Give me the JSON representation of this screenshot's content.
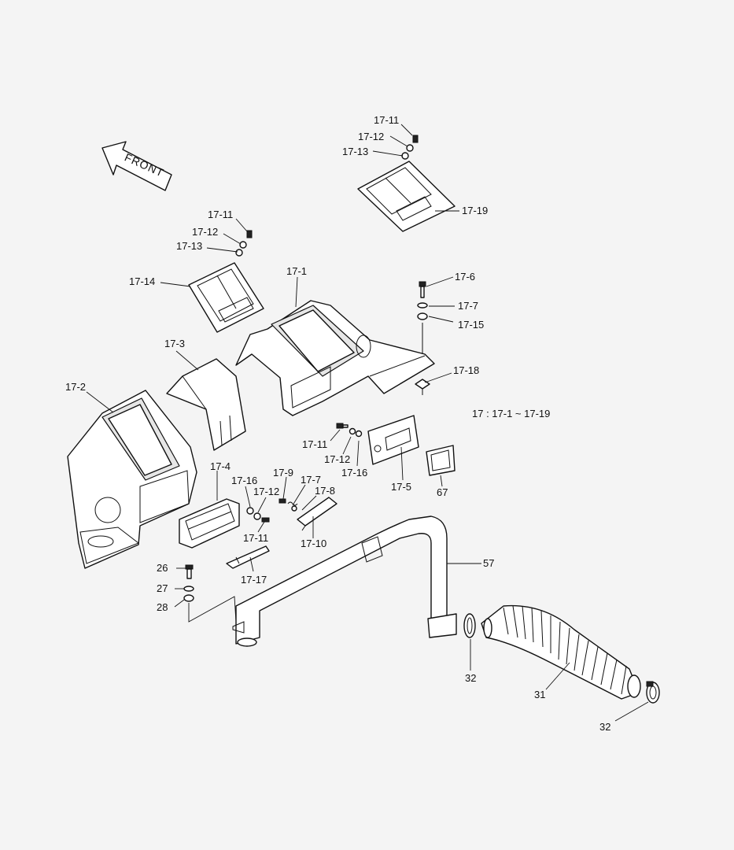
{
  "front_arrow": {
    "text": "FRONT"
  },
  "note": "17 : 17-1 ~ 17-19",
  "labels": {
    "l_17_11_a": "17-11",
    "l_17_12_a": "17-12",
    "l_17_13_a": "17-13",
    "l_17_19": "17-19",
    "l_17_11_b": "17-11",
    "l_17_12_b": "17-12",
    "l_17_13_b": "17-13",
    "l_17_14": "17-14",
    "l_17_1": "17-1",
    "l_17_6": "17-6",
    "l_17_7_a": "17-7",
    "l_17_15": "17-15",
    "l_17_18": "17-18",
    "l_17_3": "17-3",
    "l_17_2": "17-2",
    "l_17_11_c": "17-11",
    "l_17_12_c": "17-12",
    "l_17_16_a": "17-16",
    "l_17_5": "17-5",
    "l_67": "67",
    "l_17_4": "17-4",
    "l_17_16_b": "17-16",
    "l_17_12_d": "17-12",
    "l_17_9": "17-9",
    "l_17_7_b": "17-7",
    "l_17_8": "17-8",
    "l_17_11_d": "17-11",
    "l_17_10": "17-10",
    "l_57": "57",
    "l_26": "26",
    "l_27": "27",
    "l_28": "28",
    "l_17_17": "17-17",
    "l_32_a": "32",
    "l_31": "31",
    "l_32_b": "32"
  }
}
